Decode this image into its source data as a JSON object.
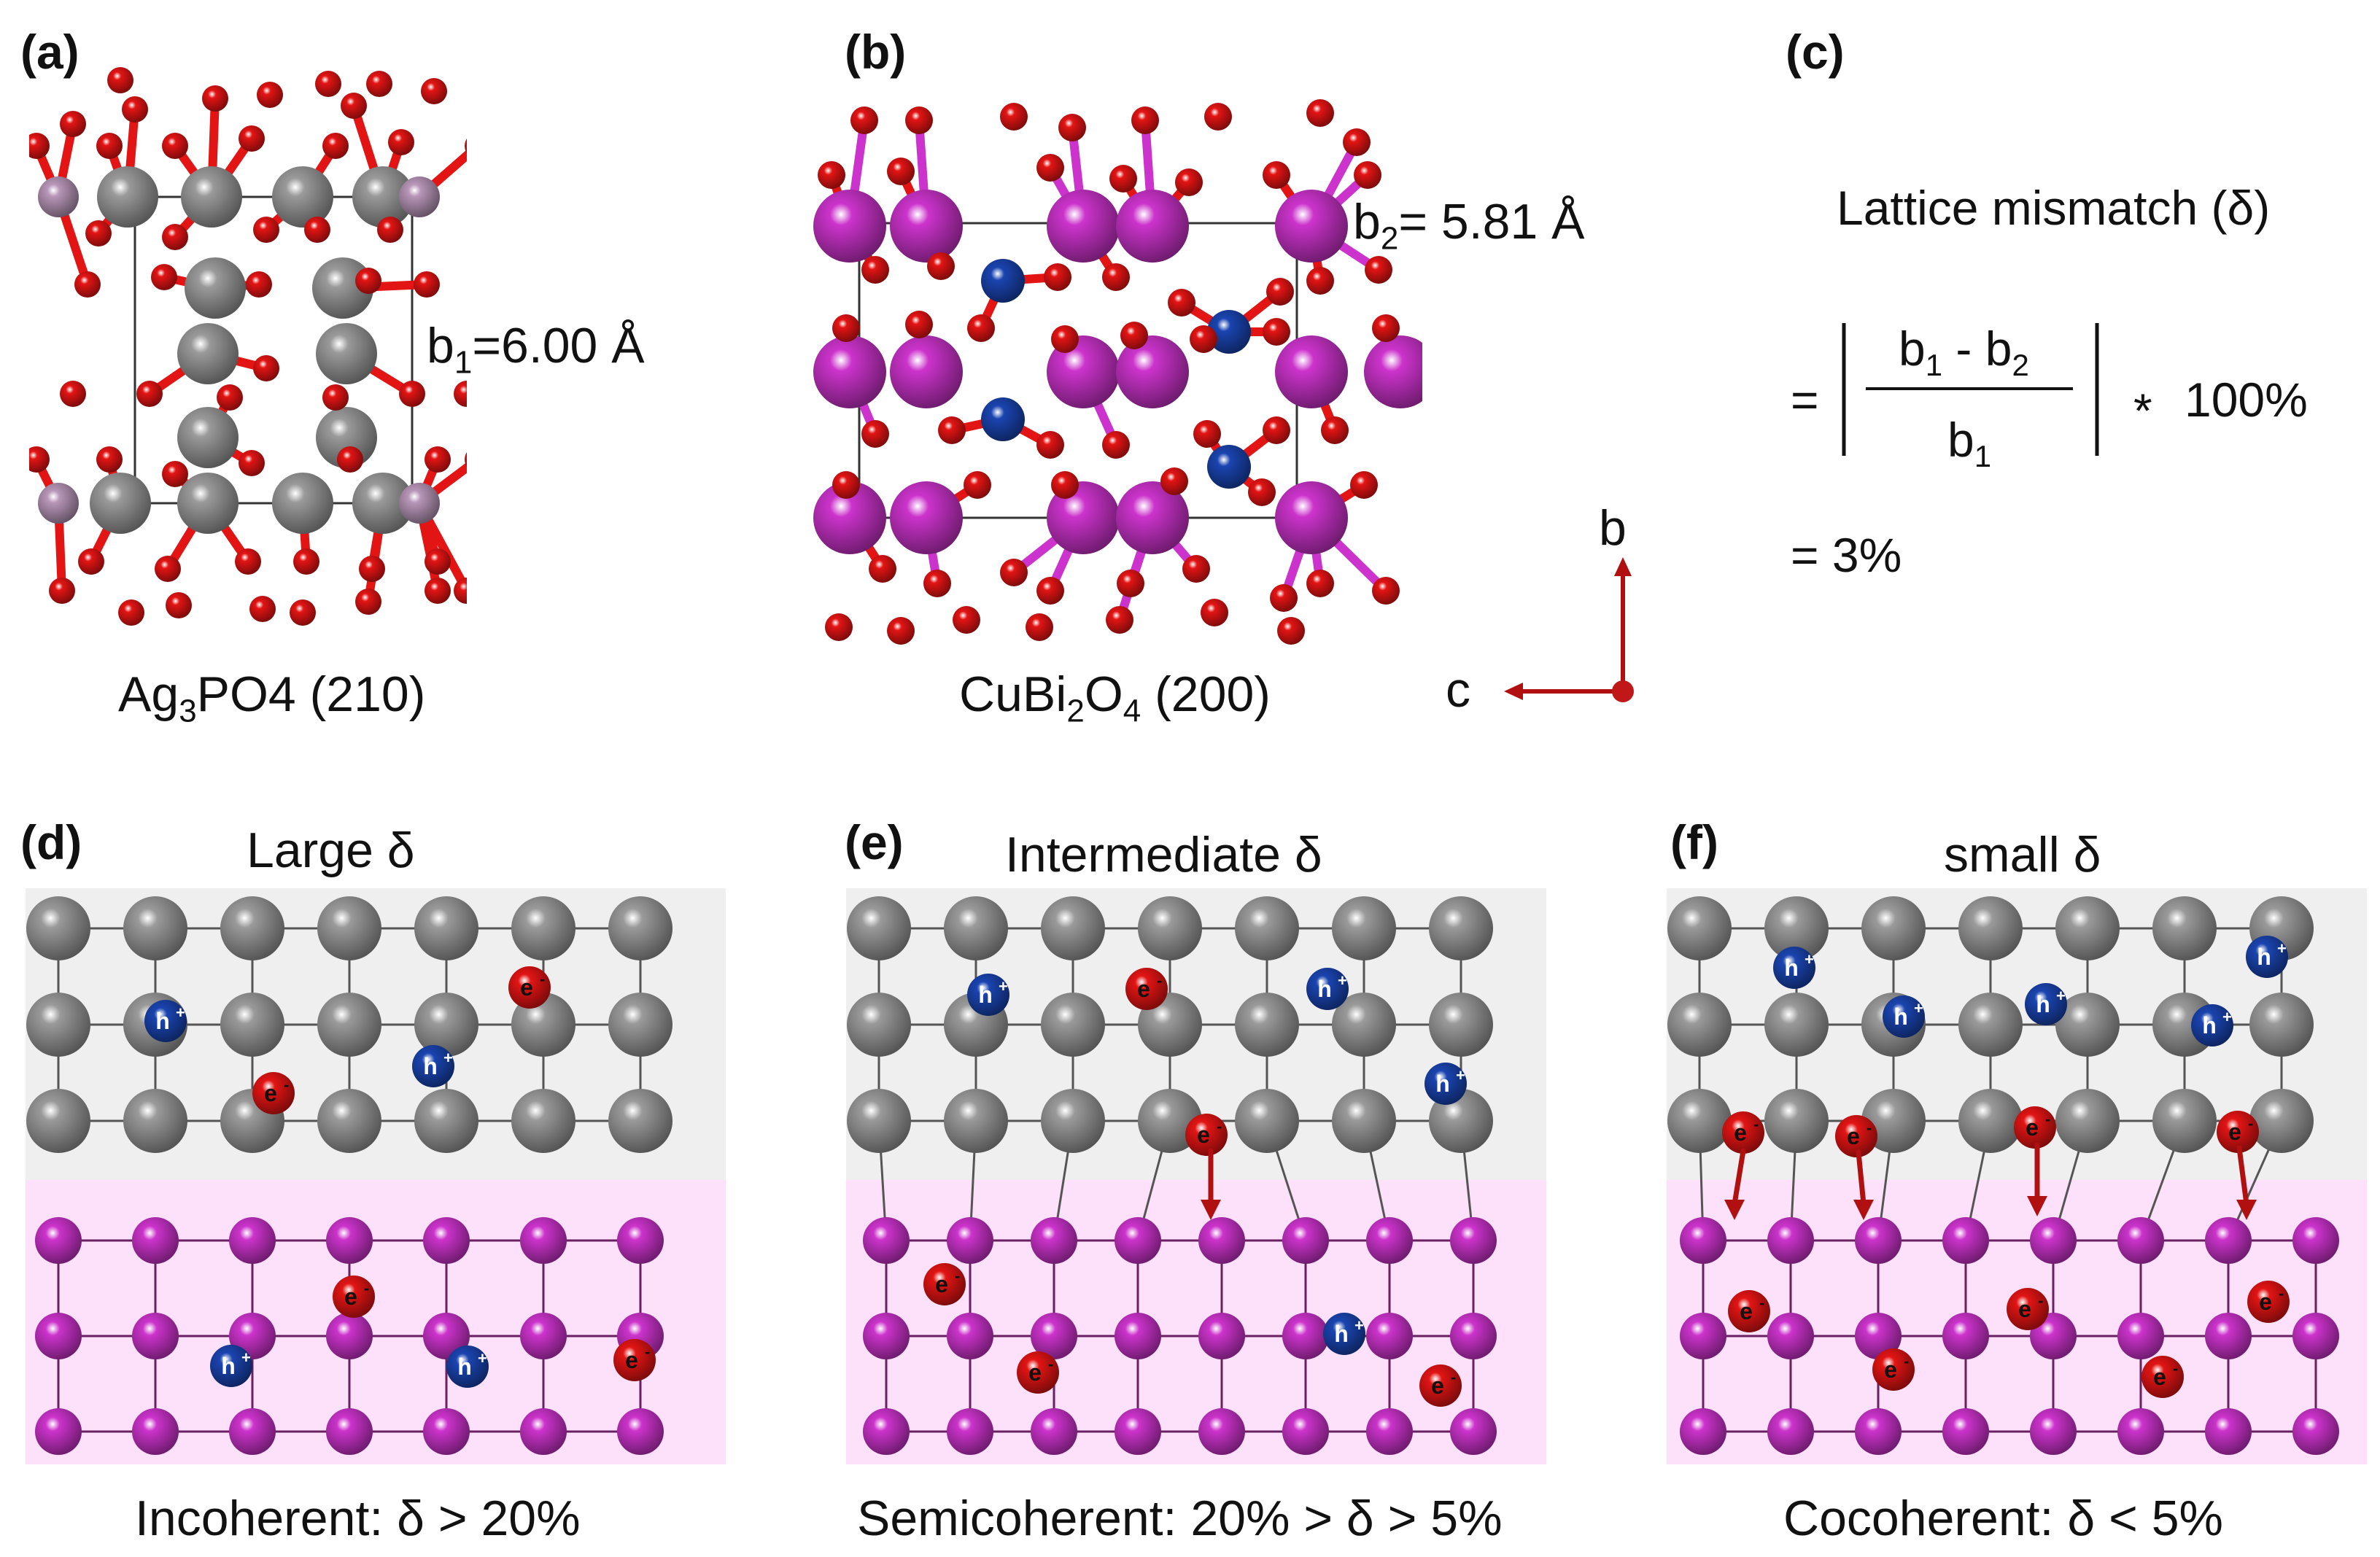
{
  "panels": {
    "a": {
      "label": "(a)",
      "caption_main": "Ag",
      "caption_sub": "3",
      "caption_tail": "PO4 (210)",
      "b_pre": "b",
      "b_sub": "1",
      "b_post": "=6.00 Å"
    },
    "b": {
      "label": "(b)",
      "caption_pre": "CuBi",
      "caption_sub1": "2",
      "caption_mid": "O",
      "caption_sub2": "4",
      "caption_tail": " (200)",
      "b_pre": "b",
      "b_sub": "2",
      "b_post": "= 5.81 Å",
      "axis_b": "b",
      "axis_c": "c"
    },
    "c": {
      "label": "(c)",
      "title": "Lattice mismatch (δ)",
      "eq1": "=",
      "num_pre": "b",
      "num_sub1": "1",
      "num_mid": " - b",
      "num_sub2": "2",
      "den_pre": "b",
      "den_sub": "1",
      "times": "*",
      "pct": "100%",
      "result": "=  3%"
    },
    "d": {
      "label": "(d)",
      "title": "Large δ",
      "caption": "Incoherent: δ > 20%"
    },
    "e": {
      "label": "(e)",
      "title": "Intermediate δ",
      "caption": "Semicoherent: 20% > δ > 5%"
    },
    "f": {
      "label": "(f)",
      "title": "small δ",
      "caption": "Cocoherent: δ < 5%"
    }
  },
  "carriers": {
    "electron": "e",
    "electron_sign": "-",
    "hole": "h",
    "hole_sign": "+"
  },
  "colors": {
    "oxygen": "#e31414",
    "silver": "#9a9a9a",
    "bismuth": "#cc33cc",
    "copper": "#1a44b0",
    "phosphorus": "#b896b8",
    "arrow": "#b01010",
    "top_bg": "#efefef",
    "bottom_bg": "#fde0fa"
  }
}
